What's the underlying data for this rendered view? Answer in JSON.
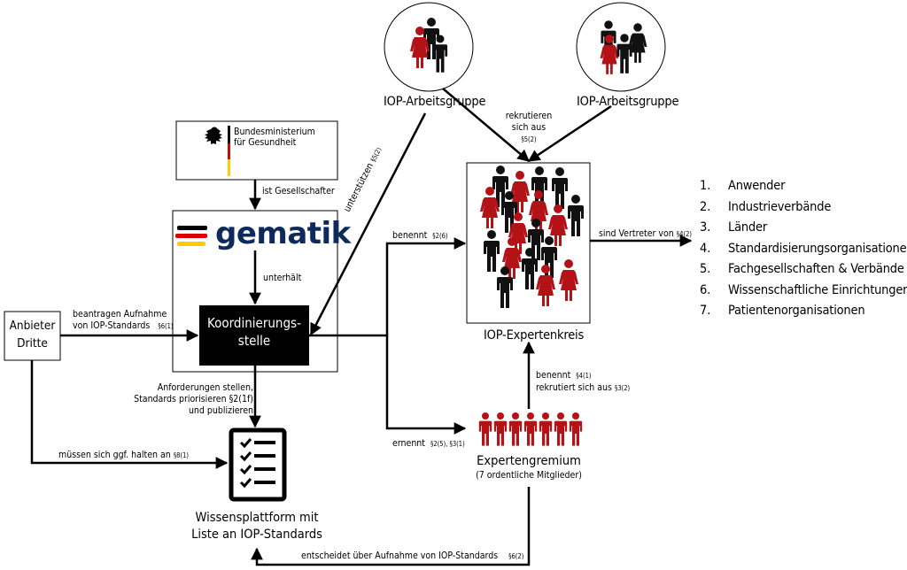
{
  "nodes": {
    "bmg": {
      "line1": "Bundesministerium",
      "line2": "für Gesundheit"
    },
    "gematik": {
      "logo_text": "gematik"
    },
    "koordinierung": {
      "line1": "Koordinierungs-",
      "line2": "stelle"
    },
    "anbieter": {
      "line1": "Anbieter",
      "line2": "Dritte"
    },
    "iop_ag_left": {
      "label": "IOP-Arbeitsgruppe"
    },
    "iop_ag_right": {
      "label": "IOP-Arbeitsgruppe"
    },
    "expertenkreis": {
      "label": "IOP-Expertenkreis"
    },
    "gremium": {
      "line1": "Expertengremium",
      "line2": "(7 ordentliche Mitglieder)"
    },
    "wissensplattform": {
      "line1": "Wissensplattform mit",
      "line2": "Liste an IOP-Standards"
    }
  },
  "edges": {
    "gesellschafter": "ist Gesellschafter",
    "unterhaelt": "unterhält",
    "unterstuetzen": {
      "text": "unterstützen",
      "ref": "§5(2)"
    },
    "rekrutieren": {
      "line1": "rekrutieren",
      "line2": "sich aus",
      "ref": "§5(2)"
    },
    "benennt_top": {
      "text": "benennt",
      "ref": "§2(6)"
    },
    "vertreter": {
      "text": "sind Vertreter von",
      "ref": "§4(2)"
    },
    "beantragen": {
      "line1": "beantragen Aufnahme",
      "line2": "von IOP-Standards",
      "ref": "§6(1)"
    },
    "anforderungen": {
      "line1": "Anforderungen stellen,",
      "line2": "Standards priorisieren",
      "ref2": "§2(1f)",
      "line3": "und publizieren"
    },
    "halten": {
      "text": "müssen sich ggf. halten an",
      "ref": "§8(1)"
    },
    "ernennt": {
      "text": "ernennt",
      "ref": "§2(5), §3(1)"
    },
    "benennt_bottom": {
      "line1": "benennt",
      "ref1": "§4(1)",
      "line2": "rekrutiert sich aus",
      "ref2": "§3(2)"
    },
    "entscheidet": {
      "text": "entscheidet über Aufnahme von IOP-Standards",
      "ref": "§6(2)"
    }
  },
  "legend": [
    {
      "num": "1.",
      "text": "Anwender"
    },
    {
      "num": "2.",
      "text": "Industrieverbände"
    },
    {
      "num": "3.",
      "text": "Länder"
    },
    {
      "num": "4.",
      "text": "Standardisierungsorganisationen"
    },
    {
      "num": "5.",
      "text": "Fachgesellschaften & Verbände"
    },
    {
      "num": "6.",
      "text": "Wissenschaftliche Einrichtungen"
    },
    {
      "num": "7.",
      "text": "Patientenorganisationen"
    }
  ],
  "colors": {
    "red": "#b31217",
    "black": "#111111",
    "flag_black": "#000000",
    "flag_red": "#dd0000",
    "flag_gold": "#ffcc00",
    "gematik_blue": "#0d2a5a"
  }
}
